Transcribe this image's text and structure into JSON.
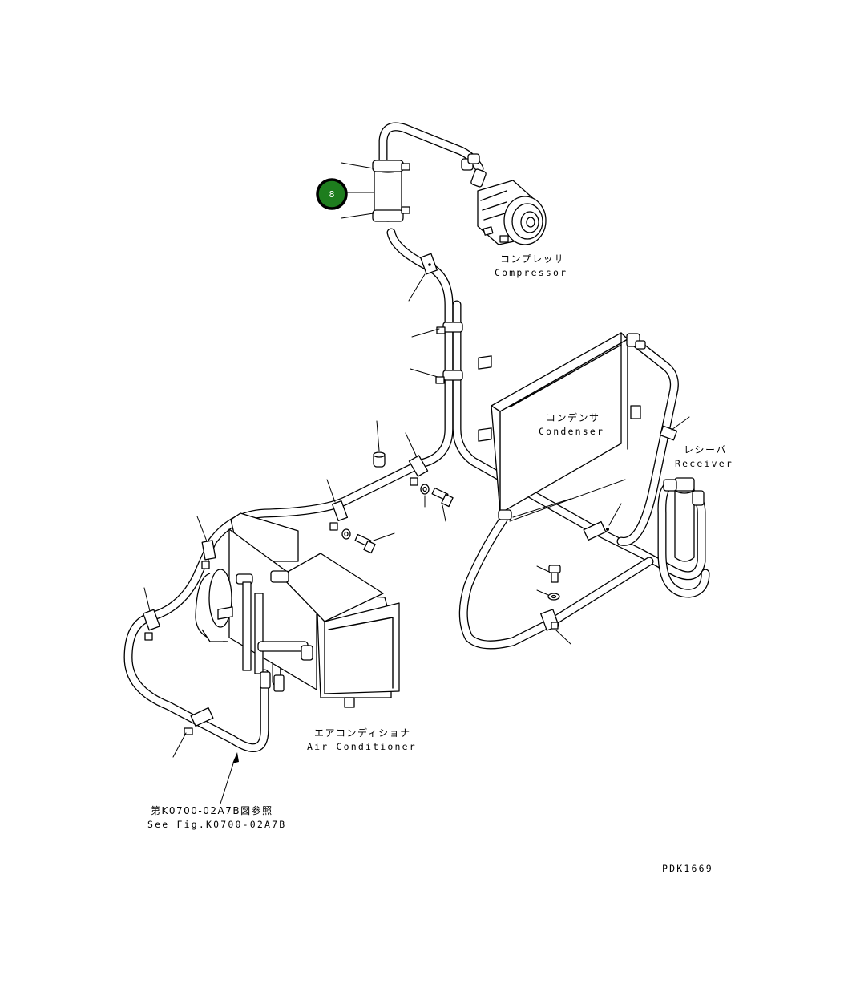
{
  "callout": {
    "number": "8",
    "color": "#1e7d1e"
  },
  "labels": {
    "compressor_jp": "コンプレッサ",
    "compressor_en": "Compressor",
    "condenser_jp": "コンデンサ",
    "condenser_en": "Condenser",
    "receiver_jp": "レシーバ",
    "receiver_en": "Receiver",
    "aircon_jp": "エアコンディショナ",
    "aircon_en": "Air Conditioner",
    "see_fig_jp": "第K0700-02A7B図参照",
    "see_fig_en": "See Fig.K0700-02A7B"
  },
  "drawing_code": "PDK1669"
}
